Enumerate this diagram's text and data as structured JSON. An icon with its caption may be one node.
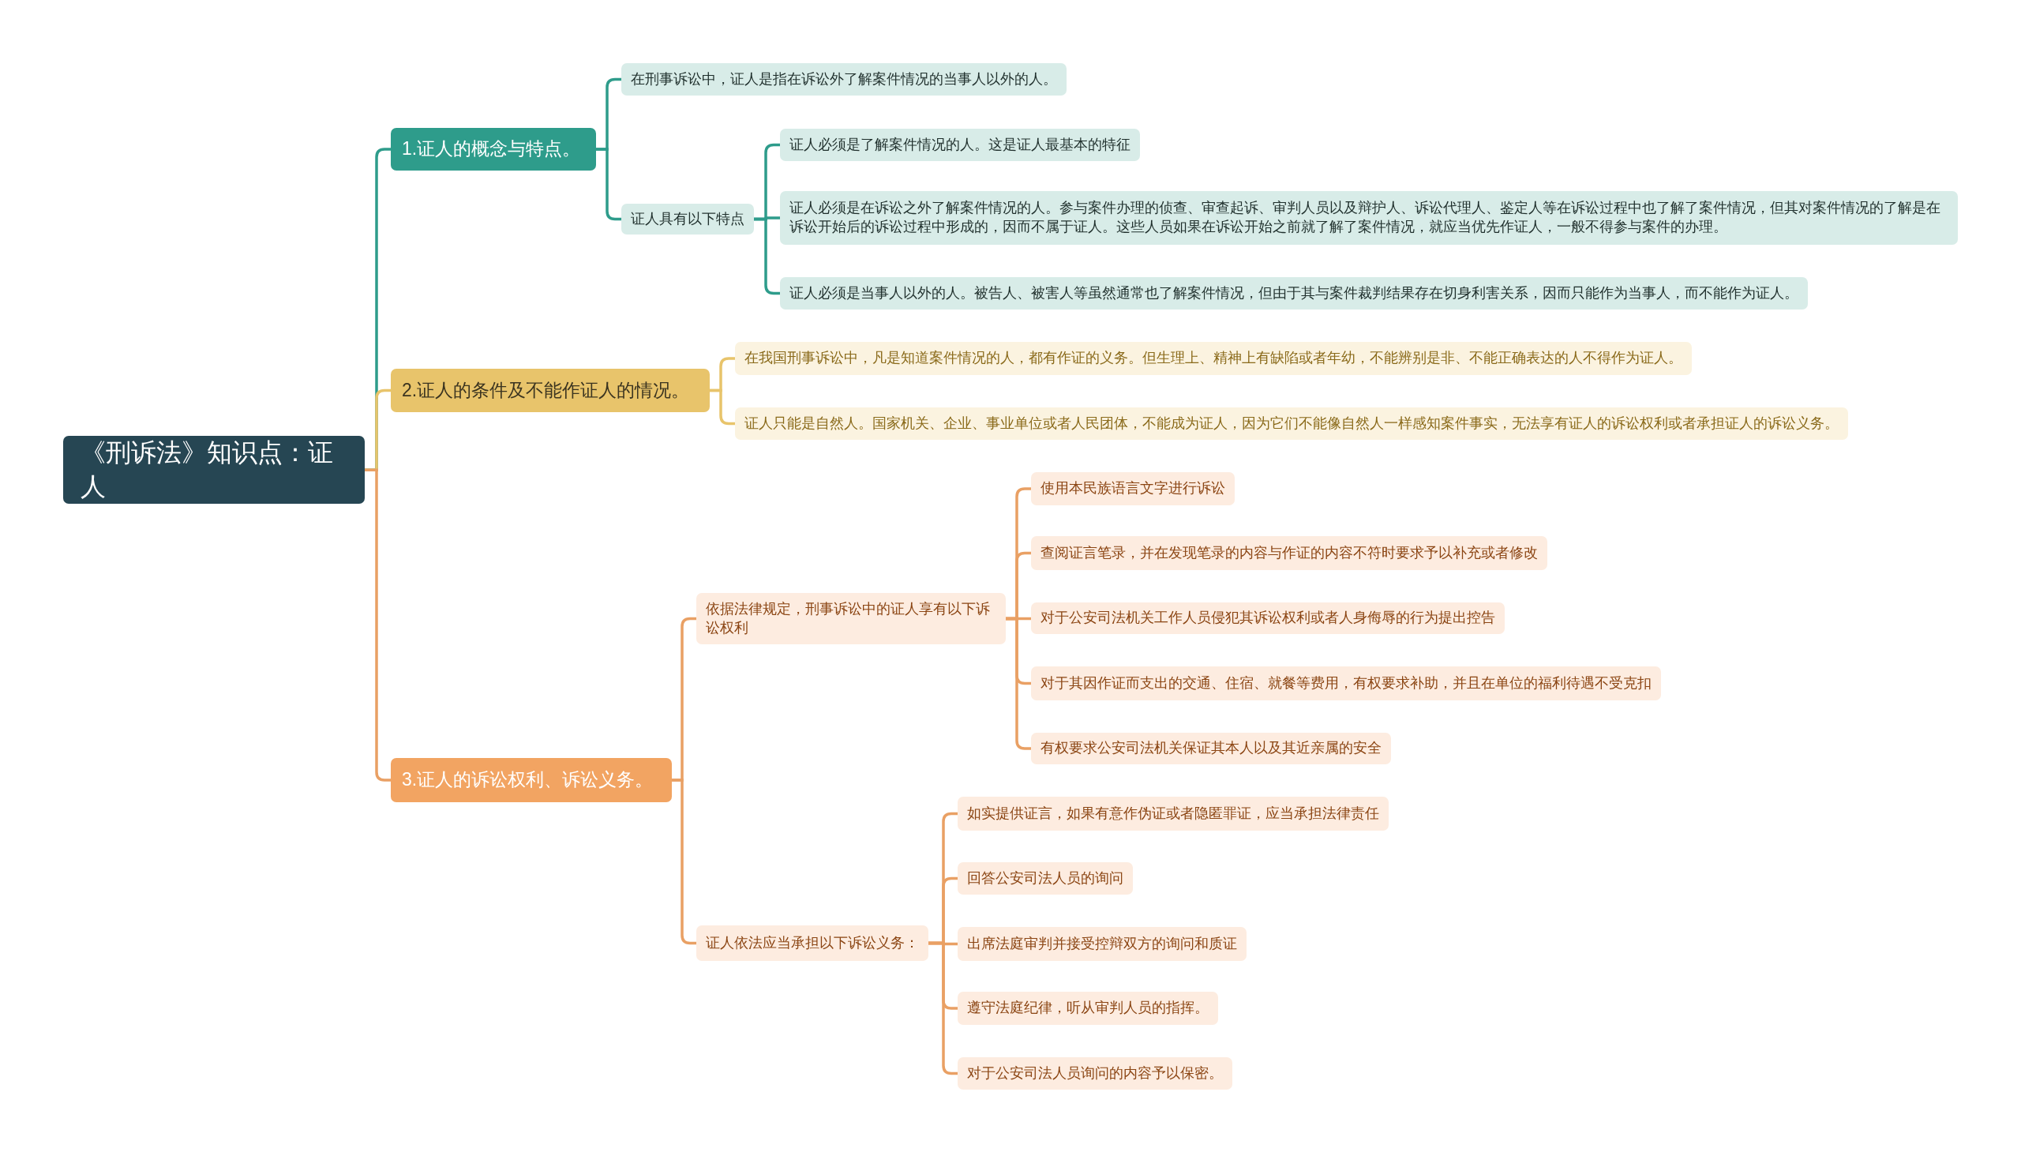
{
  "diagram": {
    "nodes": [
      {
        "text": [
          "《刑诉法》知识点：证人"
        ]
      },
      {
        "text": [
          "1.证人的概念与特点。"
        ]
      },
      {
        "text": [
          "在刑事诉讼中，证人是指在诉讼外了解案件情况的当事人以外的人。"
        ]
      },
      {
        "text": [
          "证人具有以下特点"
        ]
      },
      {
        "text": [
          "证人必须是了解案件情况的人。这是证人最基本的特征"
        ]
      },
      {
        "text": [
          "证人必须是在诉讼之外了解案件情况的人。参与案件办理的侦查、审查起诉、审判人员以及辩护人、诉讼代理人、鉴定人等在诉讼过程中也了解了案件情况，但其对案件情况的了解是在诉讼开始后的诉讼过程中形成的，因而不属于证人。这些人员如果在诉讼开始之前就了解了案件情况，就应当优先作证人，一般不得参与案件的办理。"
        ]
      },
      {
        "text": [
          "证人必须是当事人以外的人。被告人、被害人等虽然通常也了解案件情况，但由于其与案件裁判结果存在切身利害关系，因而只能作为当事人，而不能作为证人。"
        ]
      },
      {
        "text": [
          "2.证人的条件及不能作证人的情况。"
        ]
      },
      {
        "text": [
          "在我国刑事诉讼中，凡是知道案件情况的人，都有作证的义务。但生理上、精神上有缺陷或者年幼，不能辨别是非、不能正确表达的人不得作为证人。"
        ]
      },
      {
        "text": [
          "证人只能是自然人。国家机关、企业、事业单位或者人民团体，不能成为证人，因为它们不能像自然人一样感知案件事实，无法享有证人的诉讼权利或者承担证人的诉讼义务。"
        ]
      },
      {
        "text": [
          "3.证人的诉讼权利、诉讼义务。"
        ]
      },
      {
        "text": [
          "依据法律规定，刑事诉讼中的证人享有以下诉讼权利"
        ]
      },
      {
        "text": [
          "使用本民族语言文字进行诉讼"
        ]
      },
      {
        "text": [
          "查阅证言笔录，并在发现笔录的内容与作证的内容不符时要求予以补充或者修改"
        ]
      },
      {
        "text": [
          "对于公安司法机关工作人员侵犯其诉讼权利或者人身侮辱的行为提出控告"
        ]
      },
      {
        "text": [
          "对于其因作证而支出的交通、住宿、就餐等费用，有权要求补助，并且在单位的福利待遇不受克扣"
        ]
      },
      {
        "text": [
          "有权要求公安司法机关保证其本人以及其近亲属的安全"
        ]
      },
      {
        "text": [
          "证人依法应当承担以下诉讼义务："
        ]
      },
      {
        "text": [
          "如实提供证言，如果有意作伪证或者隐匿罪证，应当承担法律责任"
        ]
      },
      {
        "text": [
          "回答公安司法人员的询问"
        ]
      },
      {
        "text": [
          "出席法庭审判并接受控辩双方的询问和质证"
        ]
      },
      {
        "text": [
          "遵守法庭纪律，听从审判人员的指挥。"
        ]
      },
      {
        "text": [
          "对于公安司法人员询问的内容予以保密。"
        ]
      }
    ],
    "edges": [
      {
        "from": 0,
        "to": 1,
        "arrow": "none",
        "color": "#2e9c8b"
      },
      {
        "from": 1,
        "to": 2,
        "arrow": "none",
        "color": "#2e9c8b"
      },
      {
        "from": 1,
        "to": 3,
        "arrow": "none",
        "color": "#2e9c8b"
      },
      {
        "from": 3,
        "to": 4,
        "arrow": "none",
        "color": "#2e9c8b"
      },
      {
        "from": 3,
        "to": 5,
        "arrow": "none",
        "color": "#2e9c8b"
      },
      {
        "from": 3,
        "to": 6,
        "arrow": "none",
        "color": "#2e9c8b"
      },
      {
        "from": 0,
        "to": 7,
        "arrow": "none",
        "color": "#e8c46b"
      },
      {
        "from": 7,
        "to": 8,
        "arrow": "none",
        "color": "#e8c46b"
      },
      {
        "from": 7,
        "to": 9,
        "arrow": "none",
        "color": "#e8c46b"
      },
      {
        "from": 0,
        "to": 10,
        "arrow": "none"
      },
      {
        "from": 10,
        "to": 11,
        "arrow": "none"
      },
      {
        "from": 11,
        "to": 12,
        "arrow": "none"
      },
      {
        "from": 11,
        "to": 13,
        "arrow": "none"
      },
      {
        "from": 11,
        "to": 14,
        "arrow": "none"
      },
      {
        "from": 11,
        "to": 15,
        "arrow": "none"
      },
      {
        "from": 11,
        "to": 16,
        "arrow": "none"
      },
      {
        "from": 10,
        "to": 17,
        "arrow": "none"
      },
      {
        "from": 17,
        "to": 18,
        "arrow": "none"
      },
      {
        "from": 17,
        "to": 19,
        "arrow": "none"
      },
      {
        "from": 17,
        "to": 20,
        "arrow": "none"
      },
      {
        "from": 17,
        "to": 21,
        "arrow": "none"
      },
      {
        "from": 17,
        "to": 22,
        "arrow": "none"
      }
    ]
  }
}
